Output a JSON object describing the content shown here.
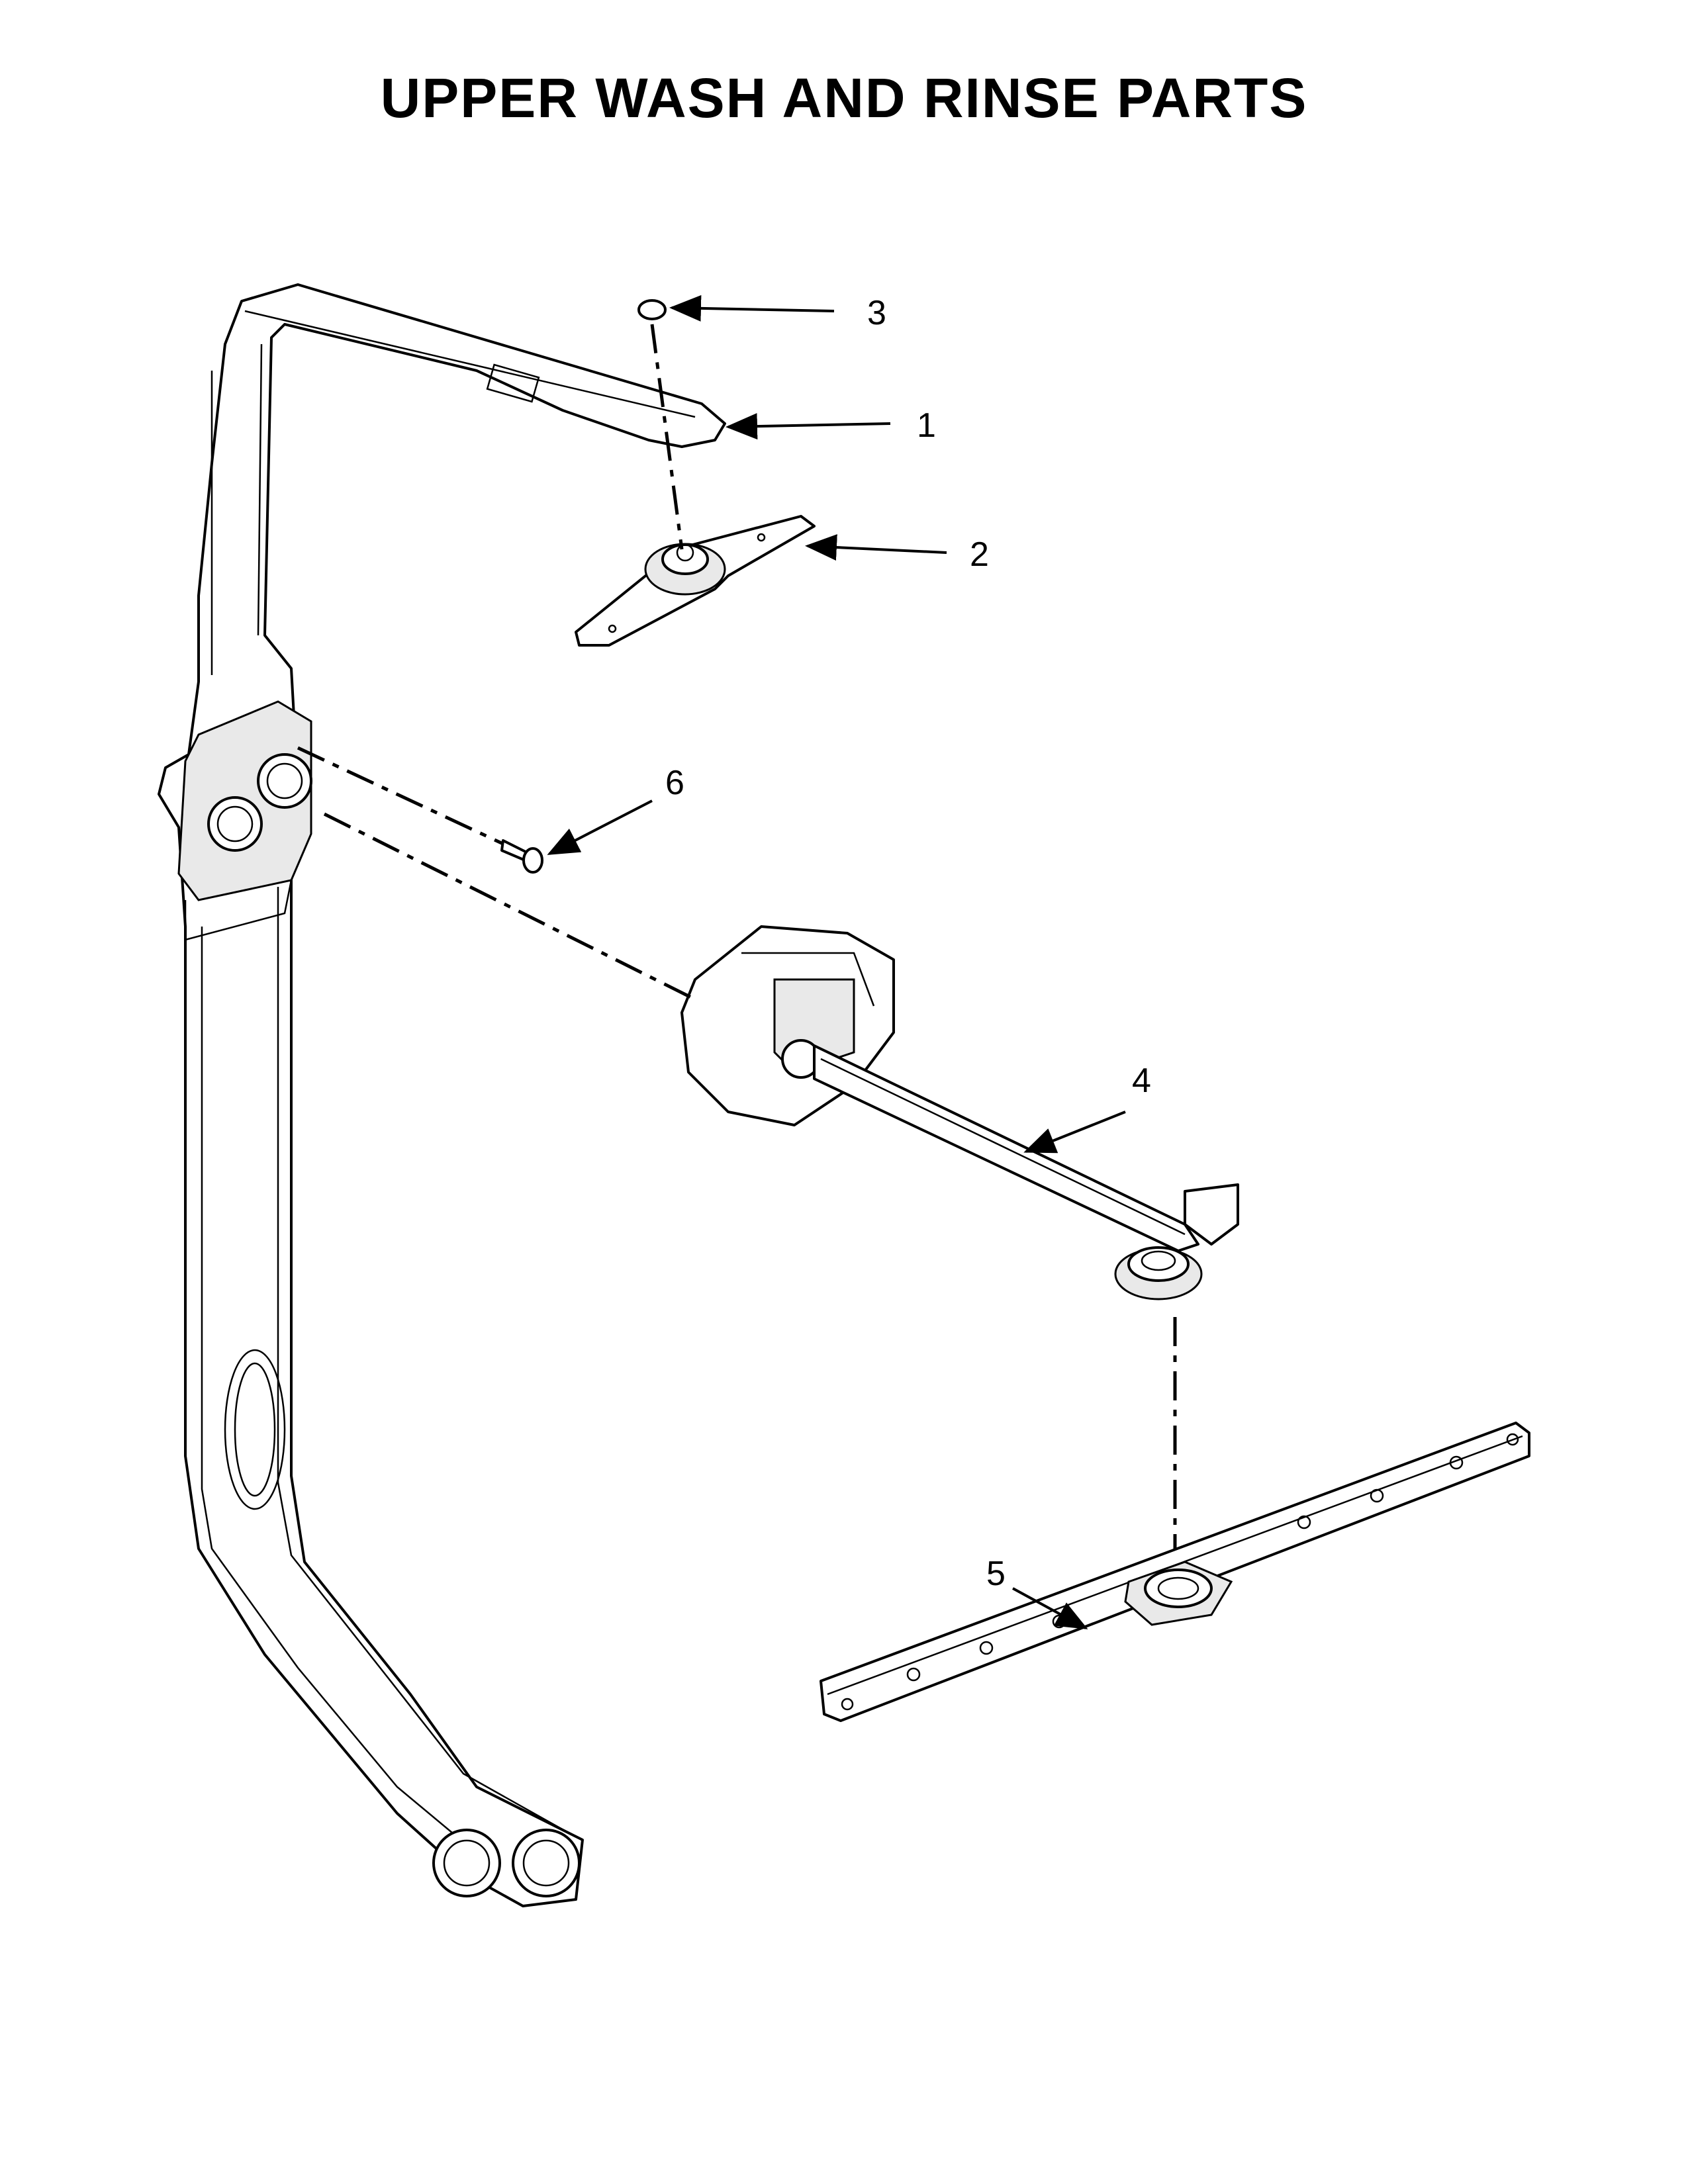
{
  "diagram": {
    "title": "UPPER WASH AND RINSE PARTS",
    "callouts": [
      {
        "id": "1",
        "label": "1"
      },
      {
        "id": "2",
        "label": "2"
      },
      {
        "id": "3",
        "label": "3"
      },
      {
        "id": "4",
        "label": "4"
      },
      {
        "id": "5",
        "label": "5"
      },
      {
        "id": "6",
        "label": "6"
      }
    ],
    "colors": {
      "line": "#000000",
      "fill": "#ffffff",
      "shade": "#e9e9e9"
    }
  }
}
